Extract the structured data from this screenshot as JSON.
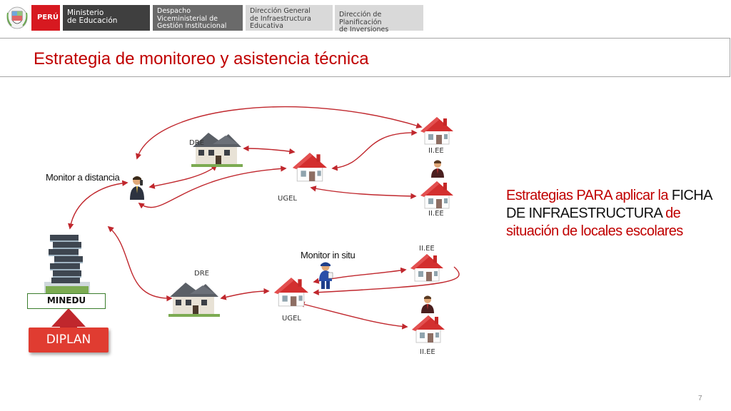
{
  "header": {
    "peru": "PERÚ",
    "ministry_line1": "Ministerio",
    "ministry_line2": "de Educación",
    "despacho_line1": "Despacho",
    "despacho_line2": "Viceministerial de",
    "despacho_line3": "Gestión Institucional",
    "dg_line1": "Dirección General",
    "dg_line2": "de Infraestructura",
    "dg_line3": "Educativa",
    "dpi_line1": "Dirección de Planificación",
    "dpi_line2": "de Inversiones"
  },
  "title": "Estrategia de monitoreo y asistencia técnica",
  "diagram": {
    "dre_top": "DRE",
    "dre_bottom": "DRE",
    "ugel_top": "UGEL",
    "ugel_bottom": "UGEL",
    "iiee_1": "II.EE",
    "iiee_2": "II.EE",
    "iiee_3": "II.EE",
    "iiee_4": "II.EE",
    "monitor_remote": "Monitor a distancia",
    "monitor_site": "Monitor in situ",
    "minedu": "MINEDU",
    "diplan": "DIPLAN"
  },
  "strategy": {
    "part1": "Estrategias PARA aplicar la",
    "part2": "FICHA DE INFRAESTRUCTURA",
    "part3": "de situación de locales escolares"
  },
  "page_number": "7",
  "colors": {
    "accent_red": "#c00000",
    "arrow_red": "#c0272d",
    "peru_red": "#d71920",
    "diplan_red": "#e03c31"
  }
}
